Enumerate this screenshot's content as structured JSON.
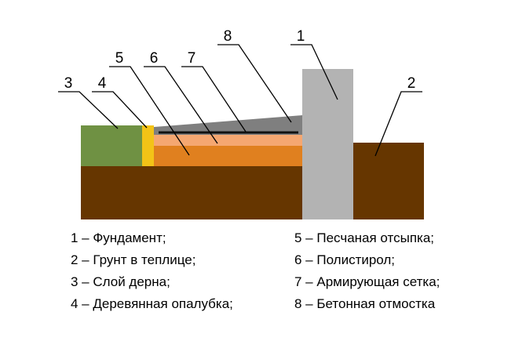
{
  "colors": {
    "background": "#ffffff",
    "soil_brown": "#663600",
    "turf_green": "#6f9143",
    "formwork_yellow": "#f3c317",
    "sand_orange": "#e0801f",
    "polystyrene_salmon": "#f5a771",
    "blind_area_gray": "#7f7f7f",
    "foundation_gray": "#b3b3b3",
    "mesh_black": "#111111",
    "leader_line": "#000000",
    "text": "#000000"
  },
  "callouts": [
    "1",
    "2",
    "3",
    "4",
    "5",
    "6",
    "7",
    "8"
  ],
  "legend": {
    "left": [
      "1 – Фундамент;",
      "2 – Грунт в теплице;",
      "3 – Слой дерна;",
      "4 – Деревянная опалубка;"
    ],
    "right": [
      "5 – Песчаная отсыпка;",
      "6 – Полистирол;",
      "7 – Армирующая сетка;",
      "8 – Бетонная отмостка"
    ]
  }
}
